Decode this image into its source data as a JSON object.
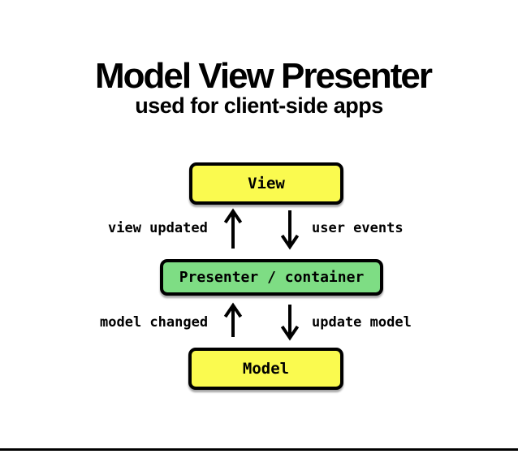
{
  "title": "Model View Presenter",
  "subtitle": "used for client-side apps",
  "colors": {
    "background": "#ffffff",
    "node_yellow": "#fafa4f",
    "node_green": "#7edd84",
    "border": "#000000",
    "text": "#000000"
  },
  "nodes": {
    "view": {
      "label": "View",
      "fill": "#fafa4f"
    },
    "presenter": {
      "label": "Presenter / container",
      "fill": "#7edd84"
    },
    "model": {
      "label": "Model",
      "fill": "#fafa4f"
    }
  },
  "edges": {
    "view_updated": {
      "label": "view updated",
      "direction": "up",
      "from": "presenter",
      "to": "view"
    },
    "user_events": {
      "label": "user events",
      "direction": "down",
      "from": "view",
      "to": "presenter"
    },
    "model_changed": {
      "label": "model changed",
      "direction": "up",
      "from": "model",
      "to": "presenter"
    },
    "update_model": {
      "label": "update model",
      "direction": "down",
      "from": "presenter",
      "to": "model"
    }
  }
}
